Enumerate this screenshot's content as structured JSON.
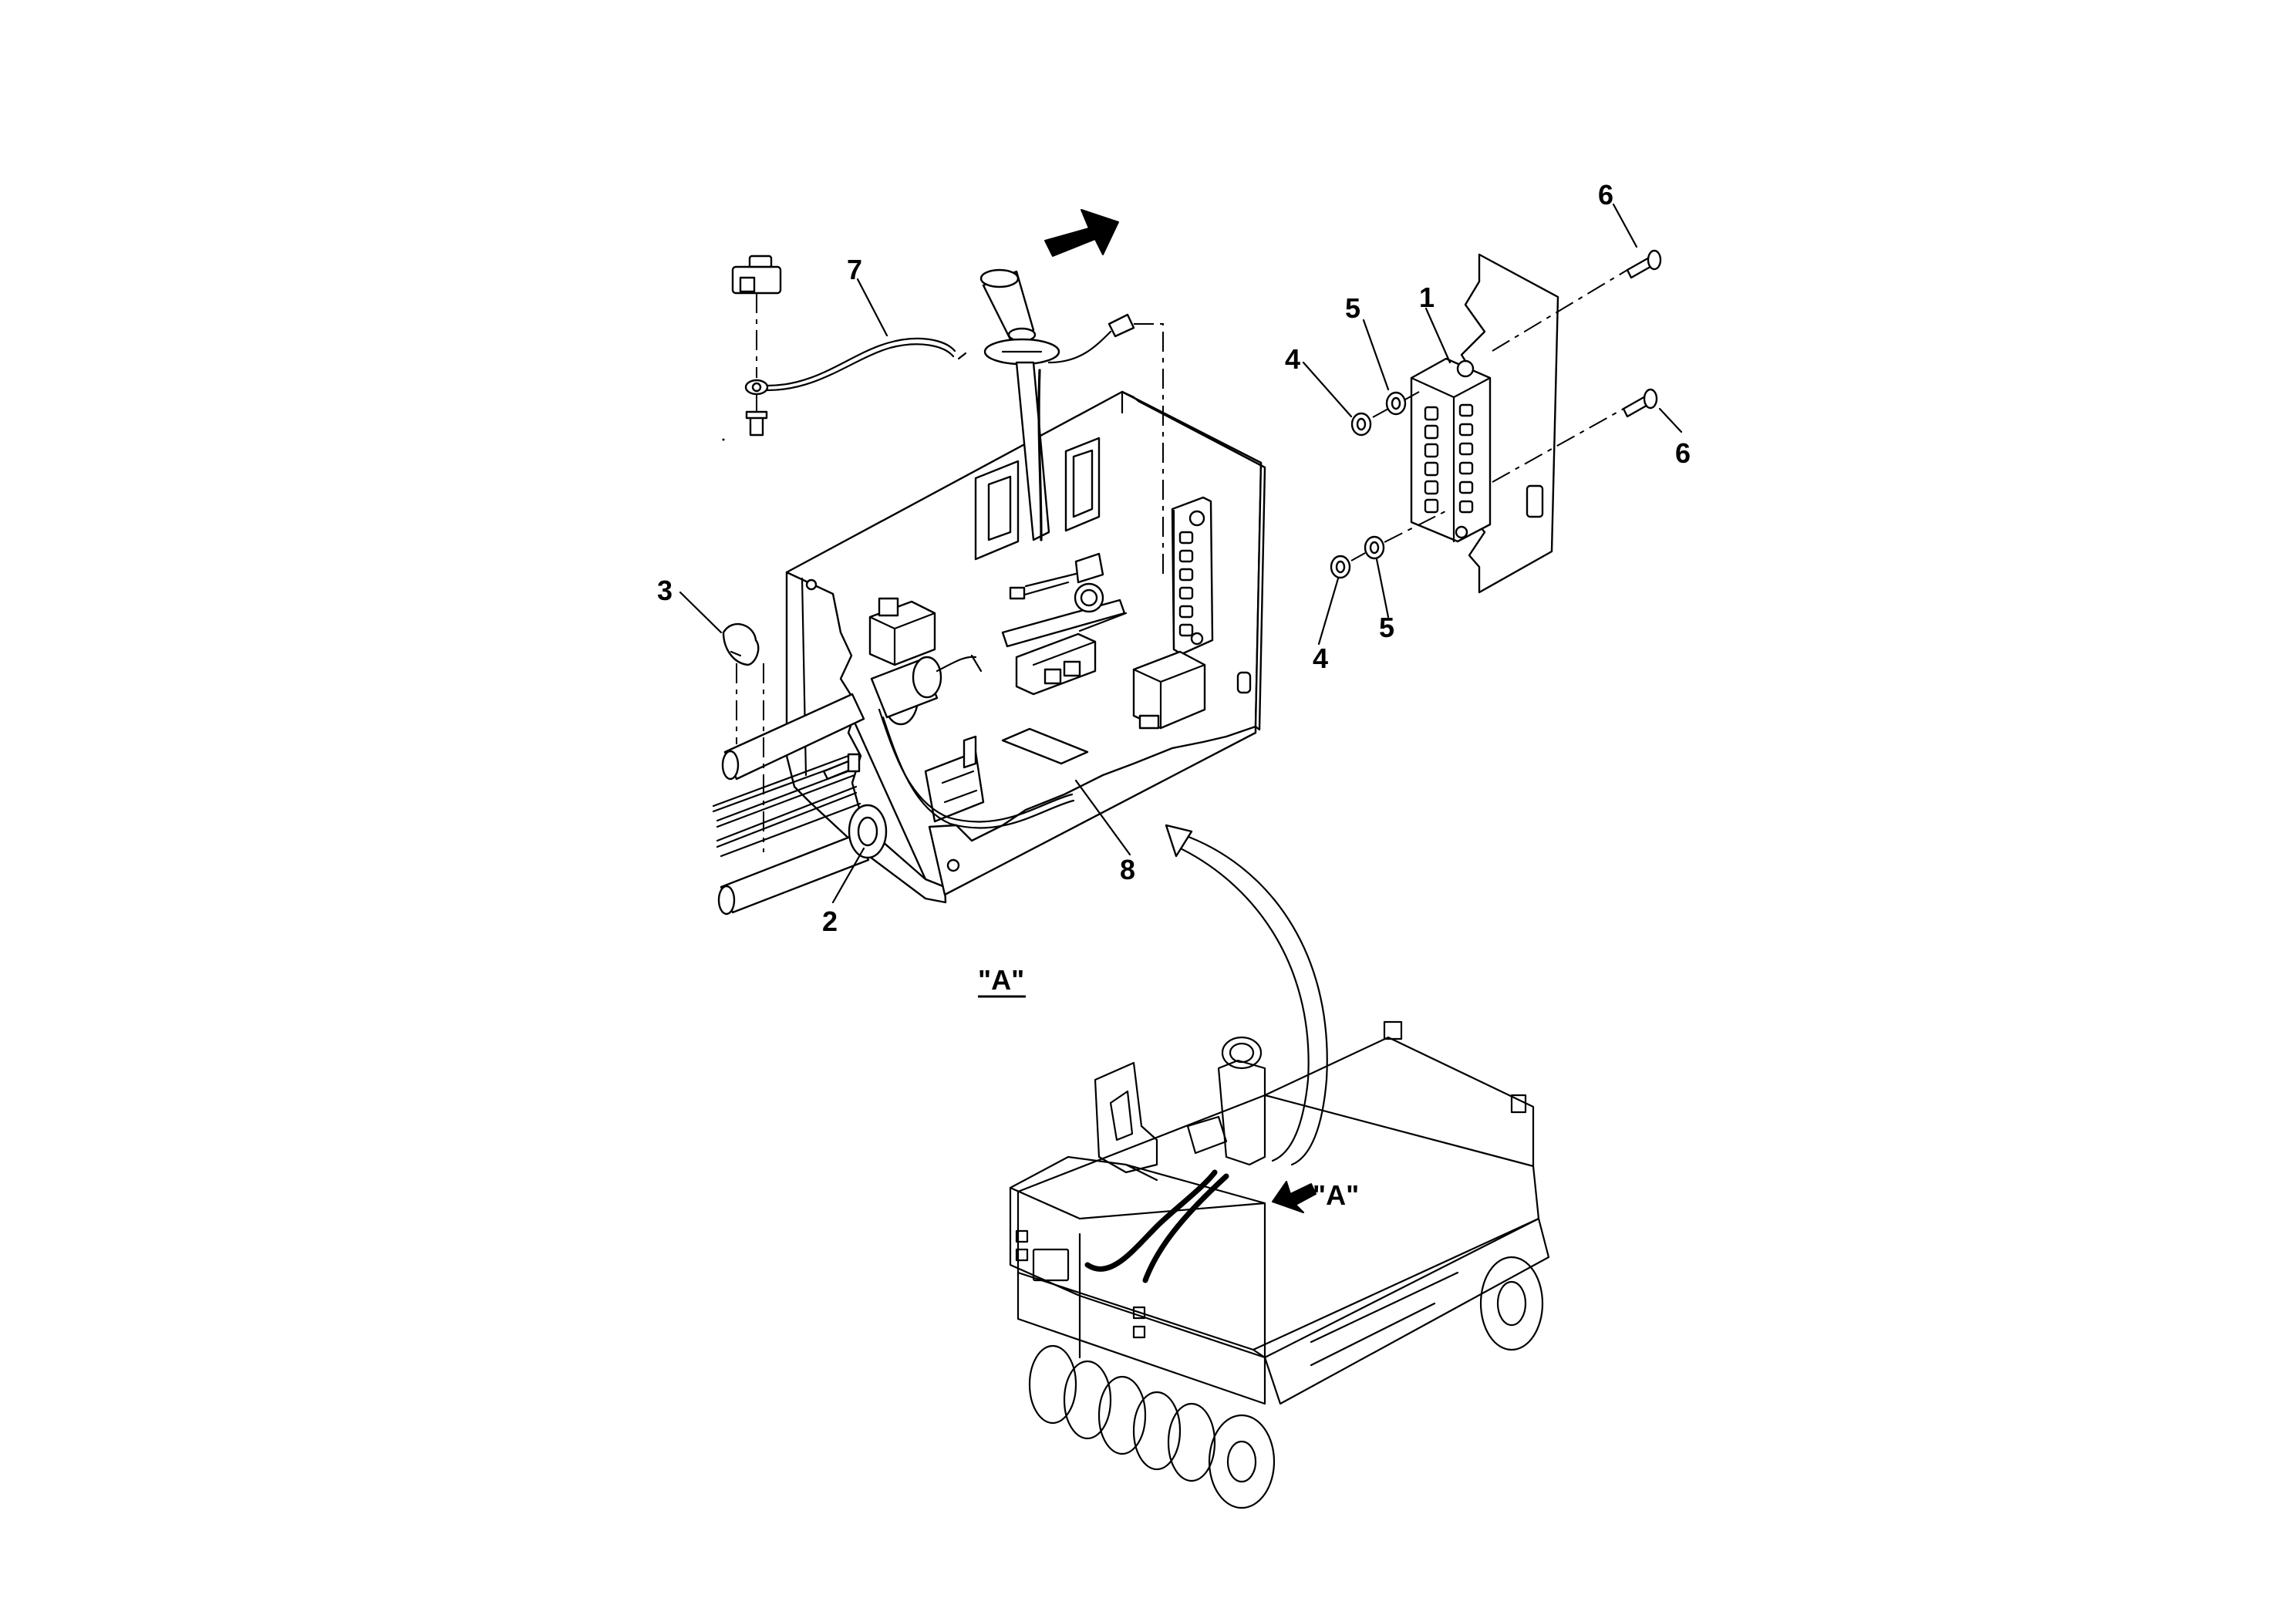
{
  "callouts": {
    "c1": "1",
    "c2": "2",
    "c3": "3",
    "c4a": "4",
    "c4b": "4",
    "c5a": "5",
    "c5b": "5",
    "c6a": "6",
    "c6b": "6",
    "c7": "7",
    "c8": "8"
  },
  "view_labels": {
    "view_title": "\"A\"",
    "view_marker": "\"A\""
  },
  "icons": {
    "direction_arrow": "arrow-right-icon",
    "view_arrow": "arrow-up-left-icon"
  },
  "colors": {
    "line": "#000000",
    "background": "#ffffff",
    "machine_outline": "#555555"
  }
}
